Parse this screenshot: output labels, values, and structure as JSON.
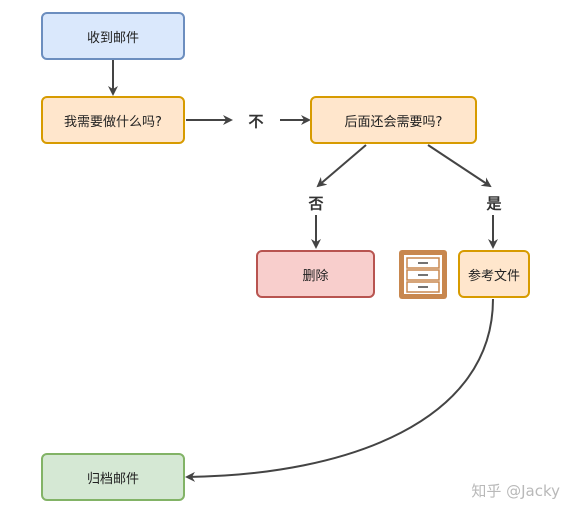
{
  "nodes": {
    "receive": "收到邮件",
    "need_do": "我需要做什么吗?",
    "later": "后面还会需要吗?",
    "delete": "删除",
    "reference": "参考文件",
    "archive": "归档邮件"
  },
  "edge_labels": {
    "no_action": "不",
    "no": "否",
    "yes": "是"
  },
  "icons": {
    "cabinet": "file-cabinet-icon"
  },
  "colors": {
    "edge": "#444444",
    "cabinet": "#c8874e"
  },
  "watermark": "知乎 @Jacky"
}
